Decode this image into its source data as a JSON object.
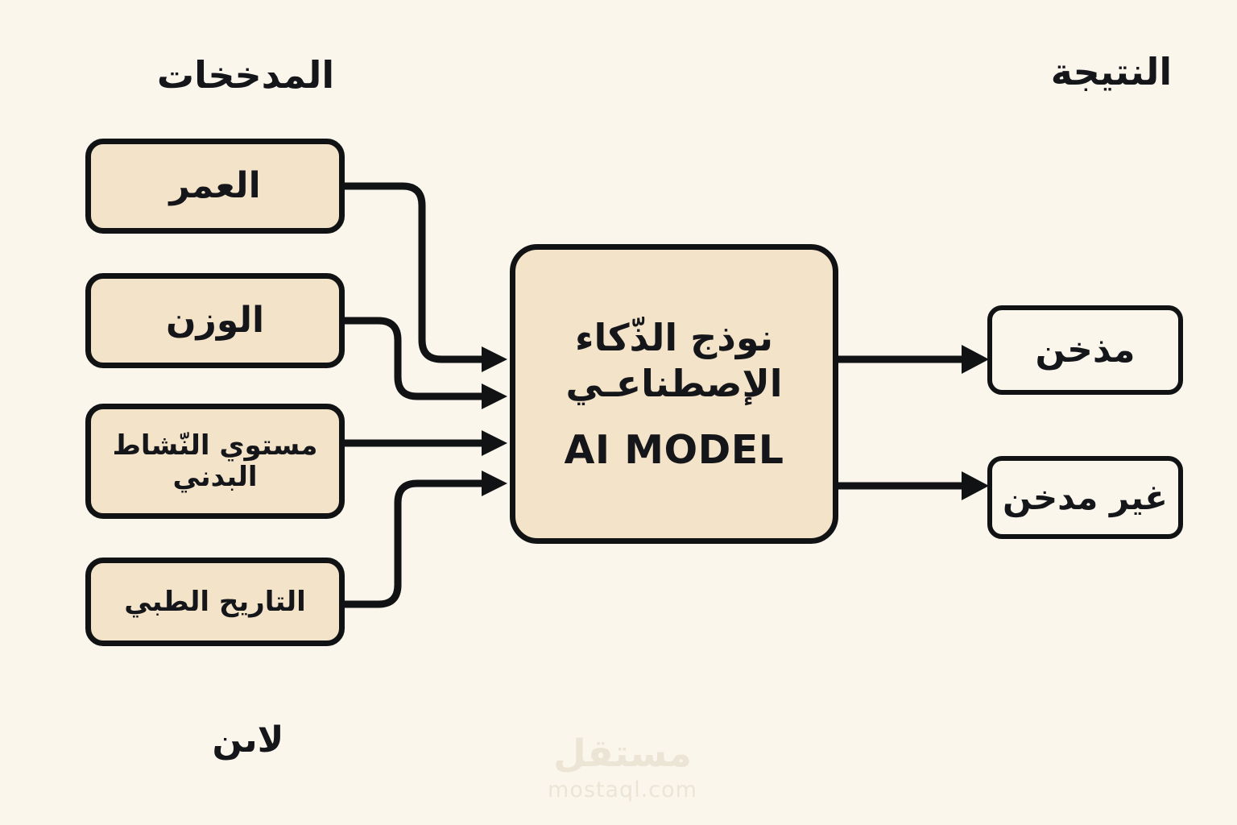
{
  "headers": {
    "inputs": "المدخخات",
    "outputs": "النتيجة"
  },
  "inputs": [
    {
      "id": "age",
      "label": "العمر"
    },
    {
      "id": "weight",
      "label": "الوزن"
    },
    {
      "id": "activity",
      "label": "مستوي النّشاط البدني"
    },
    {
      "id": "history",
      "label": "التاريح الطبي"
    }
  ],
  "model": {
    "label_ar": "نوذج الذّكاء الإصطناعـي",
    "label_en": "AI MODEL"
  },
  "outputs": [
    {
      "id": "smoker",
      "label": "مذخن"
    },
    {
      "id": "nonsmoker",
      "label": "غير مدخن"
    }
  ],
  "footer": {
    "note": "لاىن"
  },
  "watermark": {
    "arabic": "مستقل",
    "domain": "mostaql.com"
  },
  "colors": {
    "page_background": "#faf6ec",
    "input_fill": "#f3e3c9",
    "model_fill": "#f3e3c9",
    "output_fill": "#faf6ec",
    "stroke": "#111214",
    "text": "#15161a",
    "watermark": "#ece5d6"
  },
  "chart_data": {
    "type": "diagram",
    "title": "AI Model input/output flow",
    "nodes": [
      {
        "id": "age",
        "group": "input",
        "label": "العمر"
      },
      {
        "id": "weight",
        "group": "input",
        "label": "الوزن"
      },
      {
        "id": "activity",
        "group": "input",
        "label": "مستوي النّشاط البدني"
      },
      {
        "id": "history",
        "group": "input",
        "label": "التاريح الطبي"
      },
      {
        "id": "model",
        "group": "process",
        "label": "نوذج الذّكاء الإصطناعـي / AI MODEL"
      },
      {
        "id": "smoker",
        "group": "output",
        "label": "مذخن"
      },
      {
        "id": "nonsmoker",
        "group": "output",
        "label": "غير مدخن"
      }
    ],
    "edges": [
      {
        "from": "age",
        "to": "model"
      },
      {
        "from": "weight",
        "to": "model"
      },
      {
        "from": "activity",
        "to": "model"
      },
      {
        "from": "history",
        "to": "model"
      },
      {
        "from": "model",
        "to": "smoker"
      },
      {
        "from": "model",
        "to": "nonsmoker"
      }
    ]
  }
}
